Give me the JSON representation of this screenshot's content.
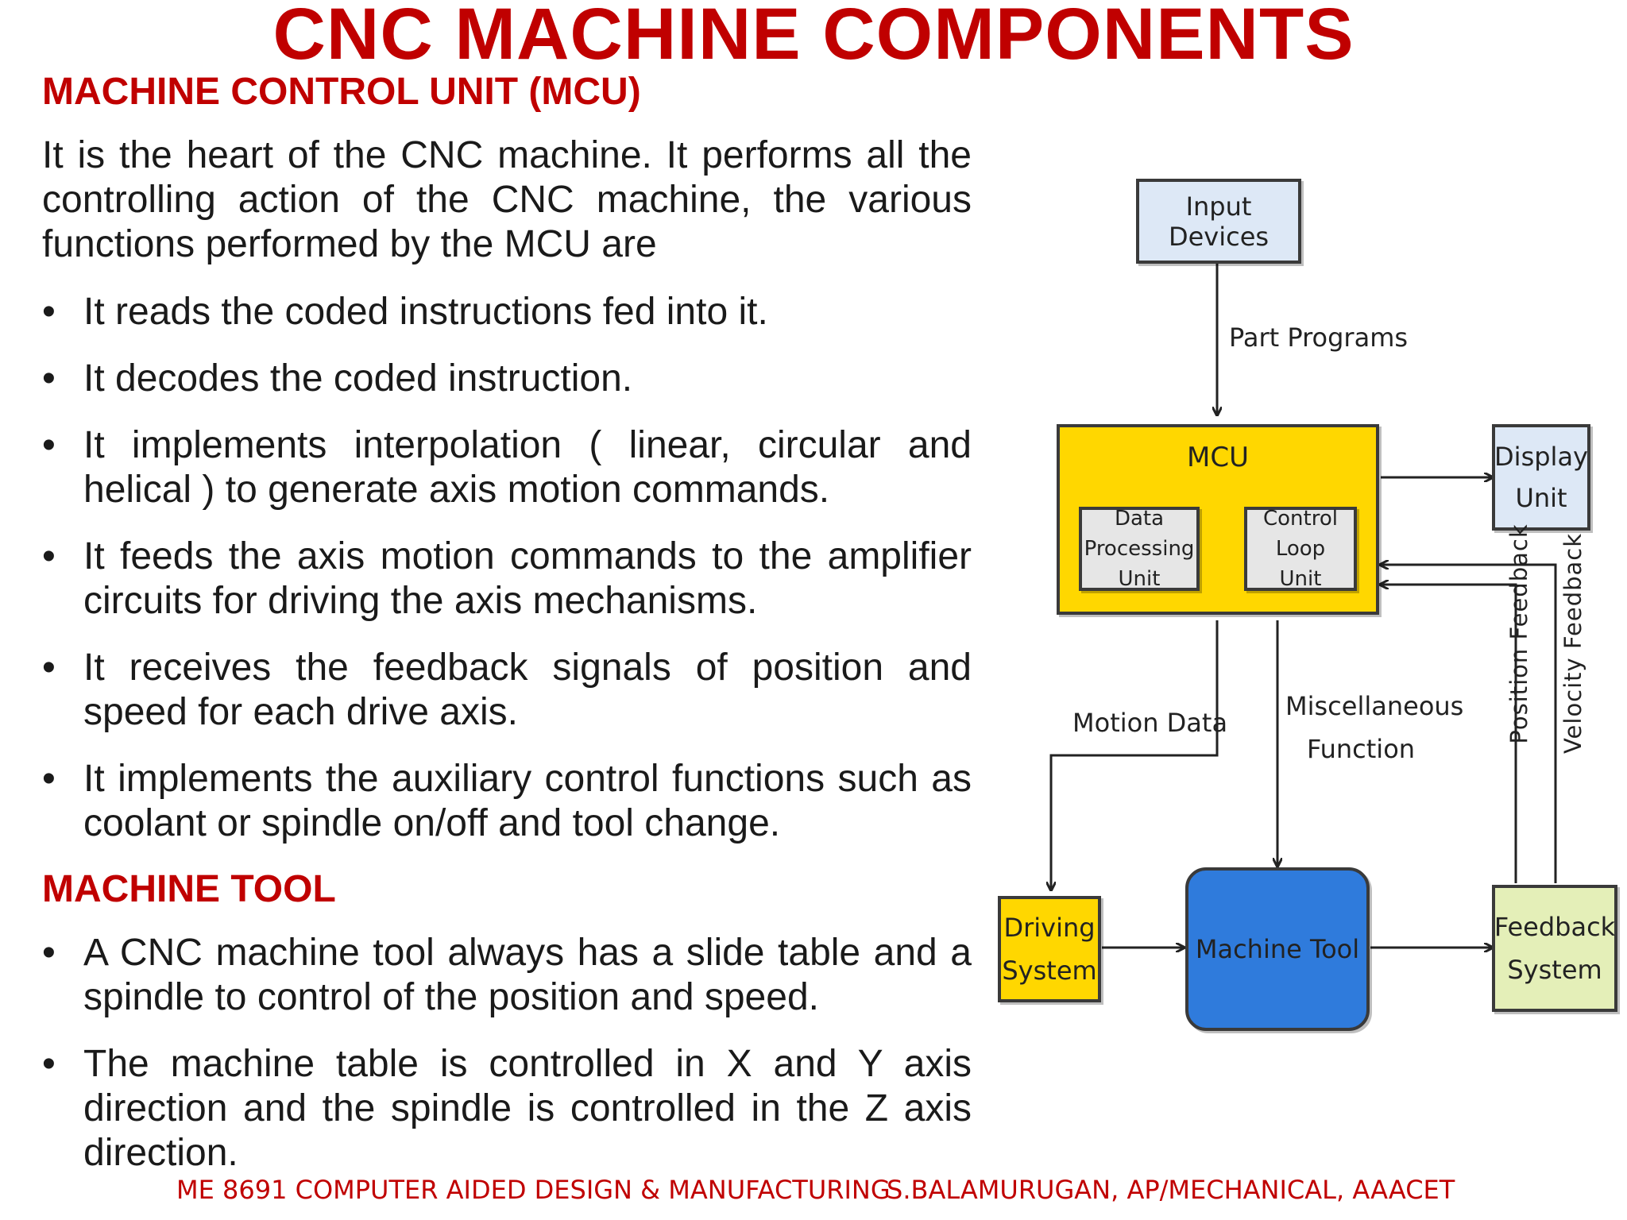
{
  "title": "CNC MACHINE COMPONENTS",
  "mcu_section": {
    "heading": "MACHINE CONTROL UNIT (MCU)",
    "intro": "It is the heart of the CNC machine. It performs all the controlling action of the CNC machine, the various functions performed by the MCU are",
    "bullets": [
      "It reads the coded instructions fed into it.",
      "It decodes the coded instruction.",
      "It implements interpolation ( linear, circular and helical ) to generate axis motion commands.",
      "It feeds the axis motion commands to the amplifier circuits for driving the axis mechanisms.",
      "It receives the feedback signals of position and speed for each drive axis.",
      "It implements the auxiliary control functions such as coolant or spindle on/off and tool change."
    ]
  },
  "machine_tool_section": {
    "heading": "MACHINE TOOL",
    "bullets": [
      "A CNC machine tool always has a slide table and a spindle to control of the position and speed.",
      "The machine table is controlled in X and Y axis direction and the spindle is controlled in the Z axis direction."
    ]
  },
  "bullet_symbol": "•",
  "diagram": {
    "input_devices": "Input Devices",
    "part_programs": "Part Programs",
    "mcu": "MCU",
    "data_processing_unit": "Data Processing Unit",
    "control_loop_unit": "Control Loop Unit",
    "display_unit": "Display Unit",
    "motion_data": "Motion Data",
    "miscellaneous_function": "Miscellaneous Function",
    "position_feedback": "Position Feedback",
    "velocity_feedback": "Velocity Feedback",
    "driving_system": "Driving System",
    "machine_tool": "Machine Tool",
    "feedback_system": "Feedback System"
  },
  "footer": {
    "course": "ME 8691 COMPUTER AIDED DESIGN & MANUFACTURING",
    "author": "S.BALAMURUGAN, AP/MECHANICAL, AAACET"
  },
  "colors": {
    "heading_red": "#c00000",
    "input_box": "#dde8f6",
    "mcu_yellow": "#ffd700",
    "inner_box": "#e6e6e6",
    "display_box": "#dde8f6",
    "driving_yellow": "#ffd700",
    "machine_blue": "#2f7bdc",
    "feedback_green": "#e4efb8"
  }
}
